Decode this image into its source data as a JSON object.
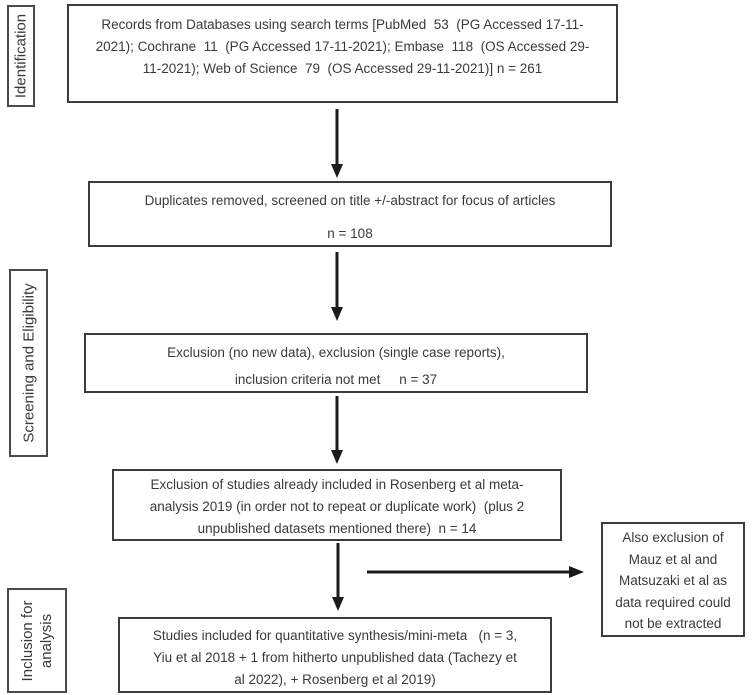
{
  "colors": {
    "box_border": "#3c3c3c",
    "label_border": "#4a4a4a",
    "text": "#3a3a3a",
    "arrow": "#1b1b1b"
  },
  "stages": {
    "identification": "Identification",
    "screening": "Screening and Eligibility",
    "inclusion": "Inclusion for analysis"
  },
  "flow": {
    "records": {
      "lines": [
        "Records from Databases using search terms [PubMed  53  (PG Accessed 17-11-",
        "2021); Cochrane  11  (PG Accessed 17-11-2021); Embase  118  (OS Accessed 29-",
        "11-2021); Web of Science  79  (OS Accessed 29-11-2021)] n = 261"
      ]
    },
    "duplicates": {
      "line1": "Duplicates removed, screened on title +/-abstract for focus of articles",
      "line2": "n = 108"
    },
    "exclusion_criteria": {
      "line1": "Exclusion (no new data), exclusion (single case reports),",
      "line2": "inclusion criteria not met     n = 37"
    },
    "exclusion_rosenberg": {
      "lines": [
        "Exclusion of studies already included in Rosenberg et al meta-",
        "analysis 2019 (in order not to repeat or duplicate work)  (plus 2",
        "unpublished datasets mentioned there)  n = 14"
      ]
    },
    "included_studies": {
      "lines": [
        "Studies included for quantitative synthesis/mini-meta   (n = 3,",
        "Yiu et al 2018 + 1 from hitherto unpublished data (Tachezy et",
        "al 2022), + Rosenberg et al 2019)"
      ]
    },
    "side_exclusion": {
      "lines": [
        "Also exclusion of",
        "Mauz et al and",
        "Matsuzaki et al as",
        "data required could",
        "not be extracted"
      ]
    }
  }
}
